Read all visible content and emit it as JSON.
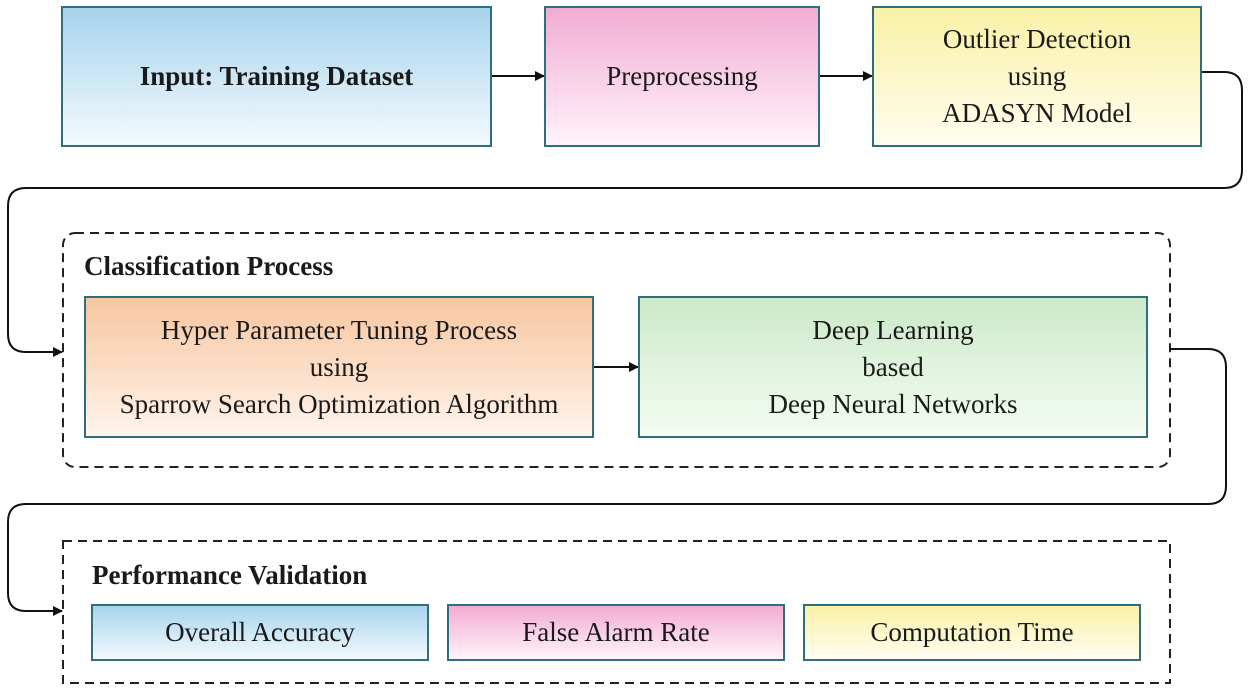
{
  "stage1": {
    "input": {
      "label": "Input: Training Dataset",
      "color": "#a7d3ec"
    },
    "preprocessing": {
      "label": "Preprocessing",
      "color": "#f2acd2"
    },
    "outlier": {
      "lines": [
        "Outlier Detection",
        "using",
        "ADASYN Model"
      ],
      "color": "#f9f1a6"
    }
  },
  "classification": {
    "title": "Classification Process",
    "tuning": {
      "lines": [
        "Hyper Parameter Tuning Process",
        "using",
        "Sparrow Search Optimization Algorithm"
      ],
      "color": "#f7c6a0"
    },
    "dnn": {
      "lines": [
        "Deep Learning",
        "based",
        "Deep Neural Networks"
      ],
      "color": "#cbe9c8"
    }
  },
  "validation": {
    "title": "Performance Validation",
    "metrics": [
      {
        "label": "Overall Accuracy",
        "color": "#a7d3ec"
      },
      {
        "label": "False Alarm Rate",
        "color": "#f2acd2"
      },
      {
        "label": "Computation Time",
        "color": "#f9f1a6"
      }
    ]
  }
}
